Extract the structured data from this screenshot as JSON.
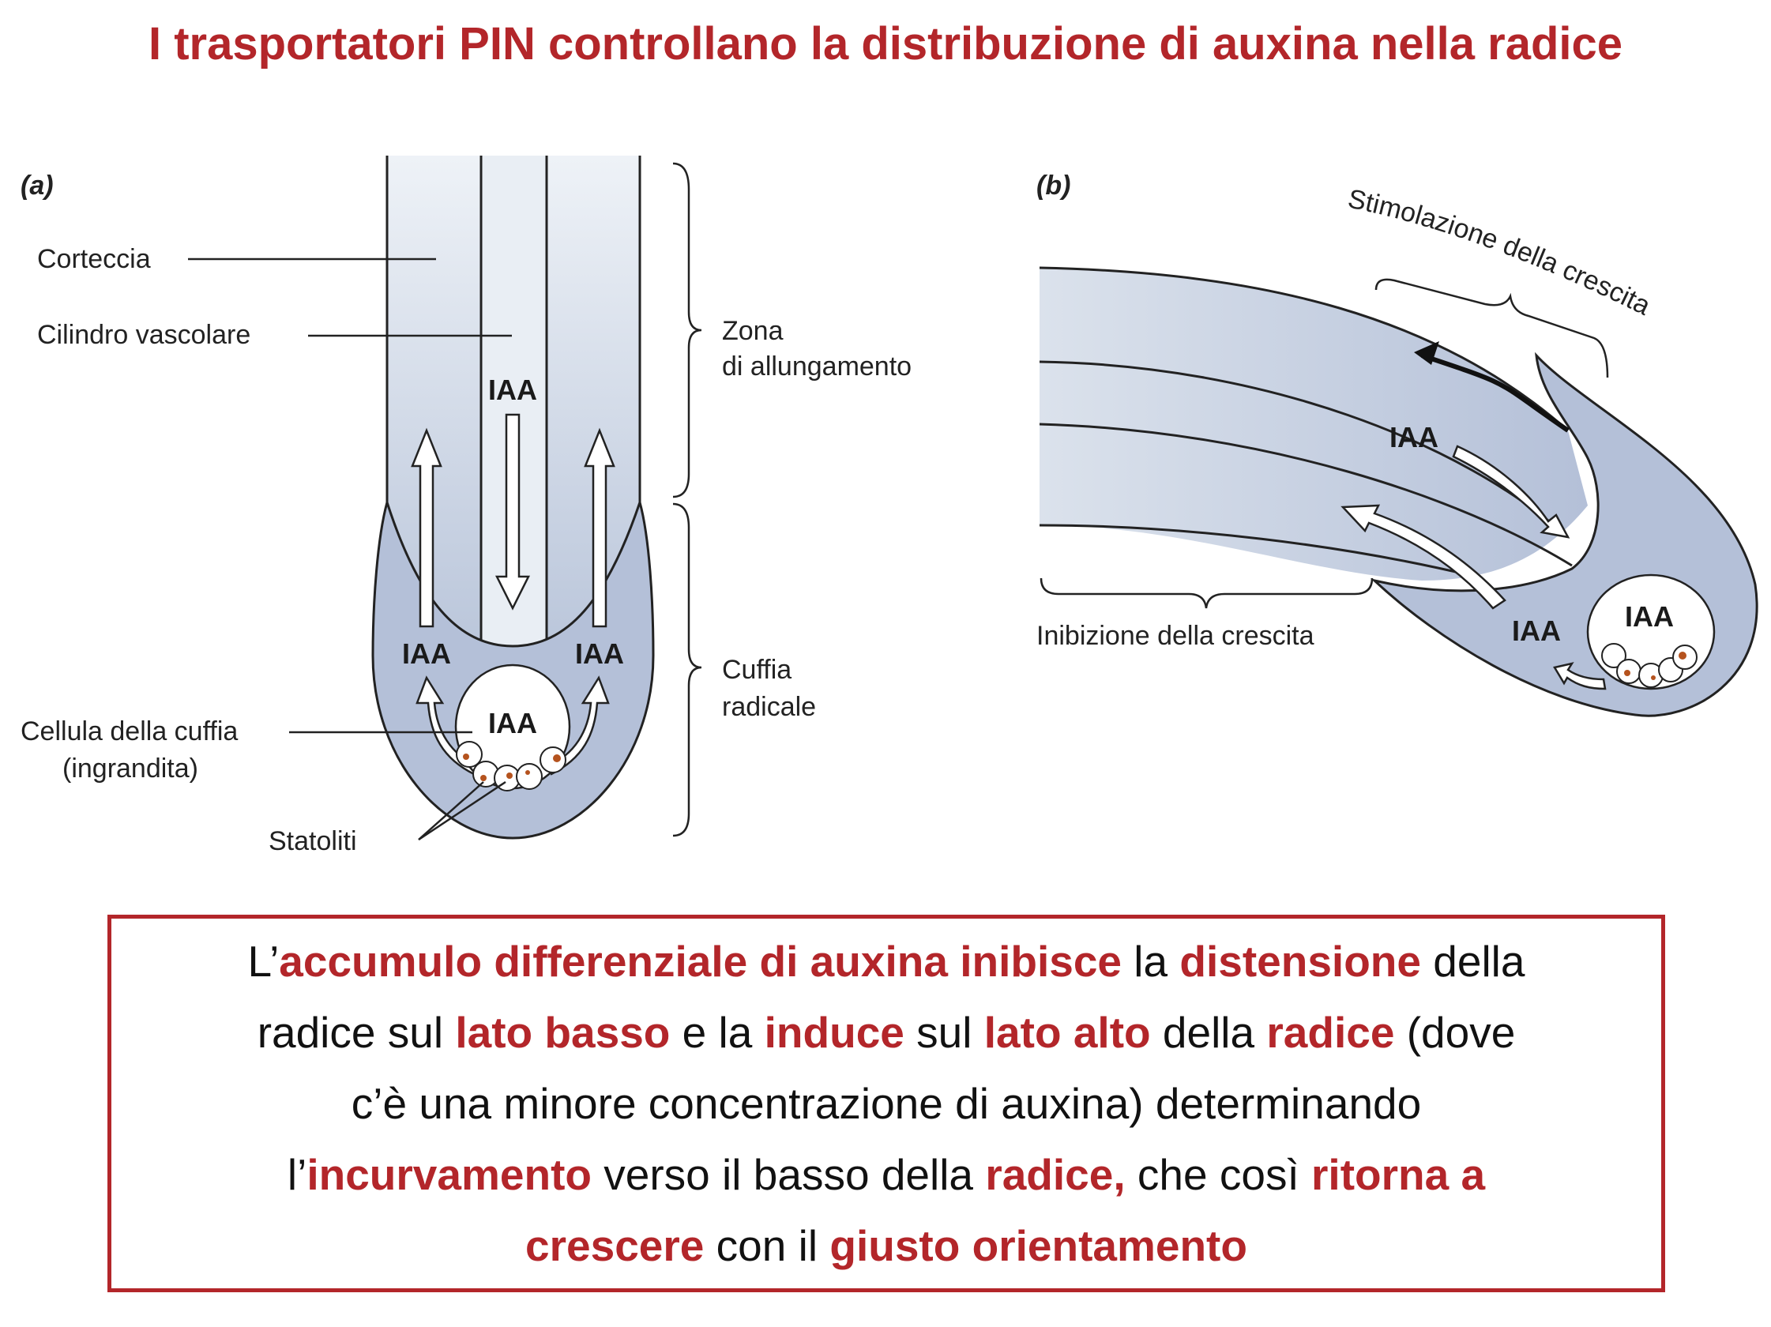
{
  "title": "I trasportatori PIN controllano la distribuzione di auxina nella radice",
  "panel_a": {
    "tag": "(a)",
    "corteccia": "Corteccia",
    "cilindro": "Cilindro vascolare",
    "zona_1": "Zona",
    "zona_2": "di allungamento",
    "cuffia_1": "Cuffia",
    "cuffia_2": "radicale",
    "cellula_1": "Cellula della cuffia",
    "cellula_2": "(ingrandita)",
    "statoliti": "Statoliti",
    "iaa": "IAA"
  },
  "panel_b": {
    "tag": "(b)",
    "stimolazione": "Stimolazione della crescita",
    "inibizione": "Inibizione della crescita",
    "iaa": "IAA"
  },
  "colors": {
    "accent": "#B3262A",
    "tissue": "#B4C0D8",
    "root_light": "#DCE3EE"
  },
  "box": {
    "lines": [
      [
        {
          "t": "L’",
          "e": false
        },
        {
          "t": "accumulo differenziale di auxina inibisce",
          "e": true
        },
        {
          "t": " la ",
          "e": false
        },
        {
          "t": "distensione",
          "e": true
        },
        {
          "t": " della",
          "e": false
        }
      ],
      [
        {
          "t": "radice sul ",
          "e": false
        },
        {
          "t": "lato basso",
          "e": true
        },
        {
          "t": " e la ",
          "e": false
        },
        {
          "t": "induce",
          "e": true
        },
        {
          "t": " sul ",
          "e": false
        },
        {
          "t": "lato alto",
          "e": true
        },
        {
          "t": " della ",
          "e": false
        },
        {
          "t": "radice",
          "e": true
        },
        {
          "t": " (dove",
          "e": false
        }
      ],
      [
        {
          "t": "c’è una minore concentrazione di auxina) determinando",
          "e": false
        }
      ],
      [
        {
          "t": "l’",
          "e": false
        },
        {
          "t": "incurvamento",
          "e": true
        },
        {
          "t": " verso il basso della ",
          "e": false
        },
        {
          "t": "radice,",
          "e": true
        },
        {
          "t": " che così ",
          "e": false
        },
        {
          "t": "ritorna a",
          "e": true
        }
      ],
      [
        {
          "t": "crescere",
          "e": true
        },
        {
          "t": " con il ",
          "e": false
        },
        {
          "t": "giusto orientamento",
          "e": true
        }
      ]
    ]
  }
}
